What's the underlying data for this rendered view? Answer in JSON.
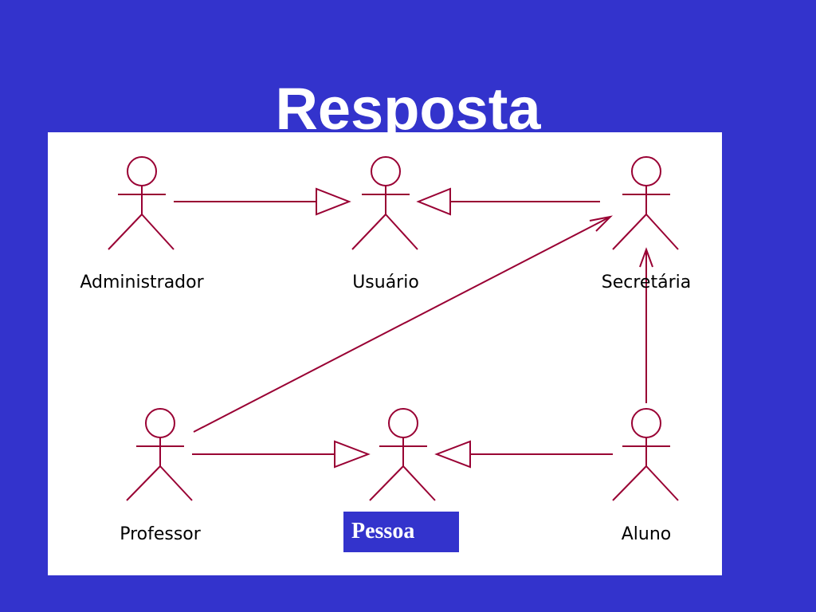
{
  "slide": {
    "title": "Resposta"
  },
  "diagram": {
    "line_color": "#990033",
    "panel_color": "#ffffff",
    "background_color": "#3333cc",
    "actors": {
      "administrador": "Administrador",
      "usuario": "Usuário",
      "secretaria": "Secretária",
      "professor": "Professor",
      "pessoa": "Pessoa",
      "aluno": "Aluno"
    },
    "relations": [
      {
        "from": "Administrador",
        "to": "Usuário",
        "type": "generalization"
      },
      {
        "from": "Secretária",
        "to": "Usuário",
        "type": "generalization"
      },
      {
        "from": "Professor",
        "to": "Secretária",
        "type": "association"
      },
      {
        "from": "Aluno",
        "to": "Secretária",
        "type": "association"
      },
      {
        "from": "Professor",
        "to": "Pessoa",
        "type": "generalization"
      },
      {
        "from": "Aluno",
        "to": "Pessoa",
        "type": "generalization"
      }
    ]
  }
}
